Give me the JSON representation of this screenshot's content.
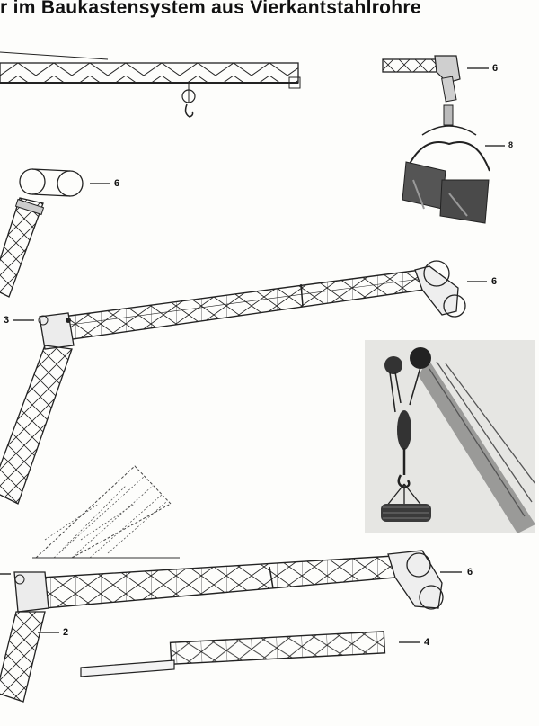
{
  "heading": "r im Baukastensystem aus Vierkantstahlrohre",
  "callouts": {
    "c6a": "6",
    "c8": "8",
    "c6b": "6",
    "c6c": "6",
    "c3": "3",
    "c6d": "6",
    "c2": "2",
    "c4": "4"
  }
}
